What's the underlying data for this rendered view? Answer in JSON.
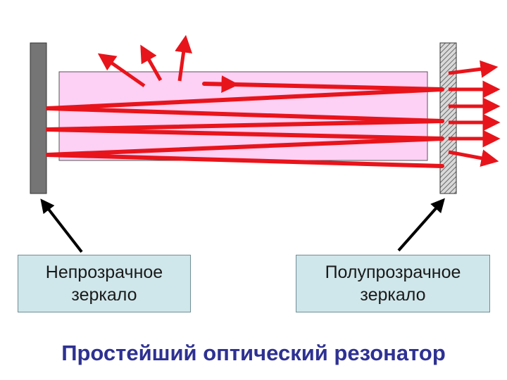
{
  "labels": {
    "left_line1": "Непрозрачное",
    "left_line2": "зеркало",
    "right_line1": "Полупрозрачное",
    "right_line2": "зеркало"
  },
  "title": "Простейший оптический резонатор",
  "colors": {
    "beam": "#e8141b",
    "medium": "#fdd0f5",
    "opaque_mirror": "#757575",
    "label_bg": "#cfe6ea",
    "title": "#2e3192"
  }
}
